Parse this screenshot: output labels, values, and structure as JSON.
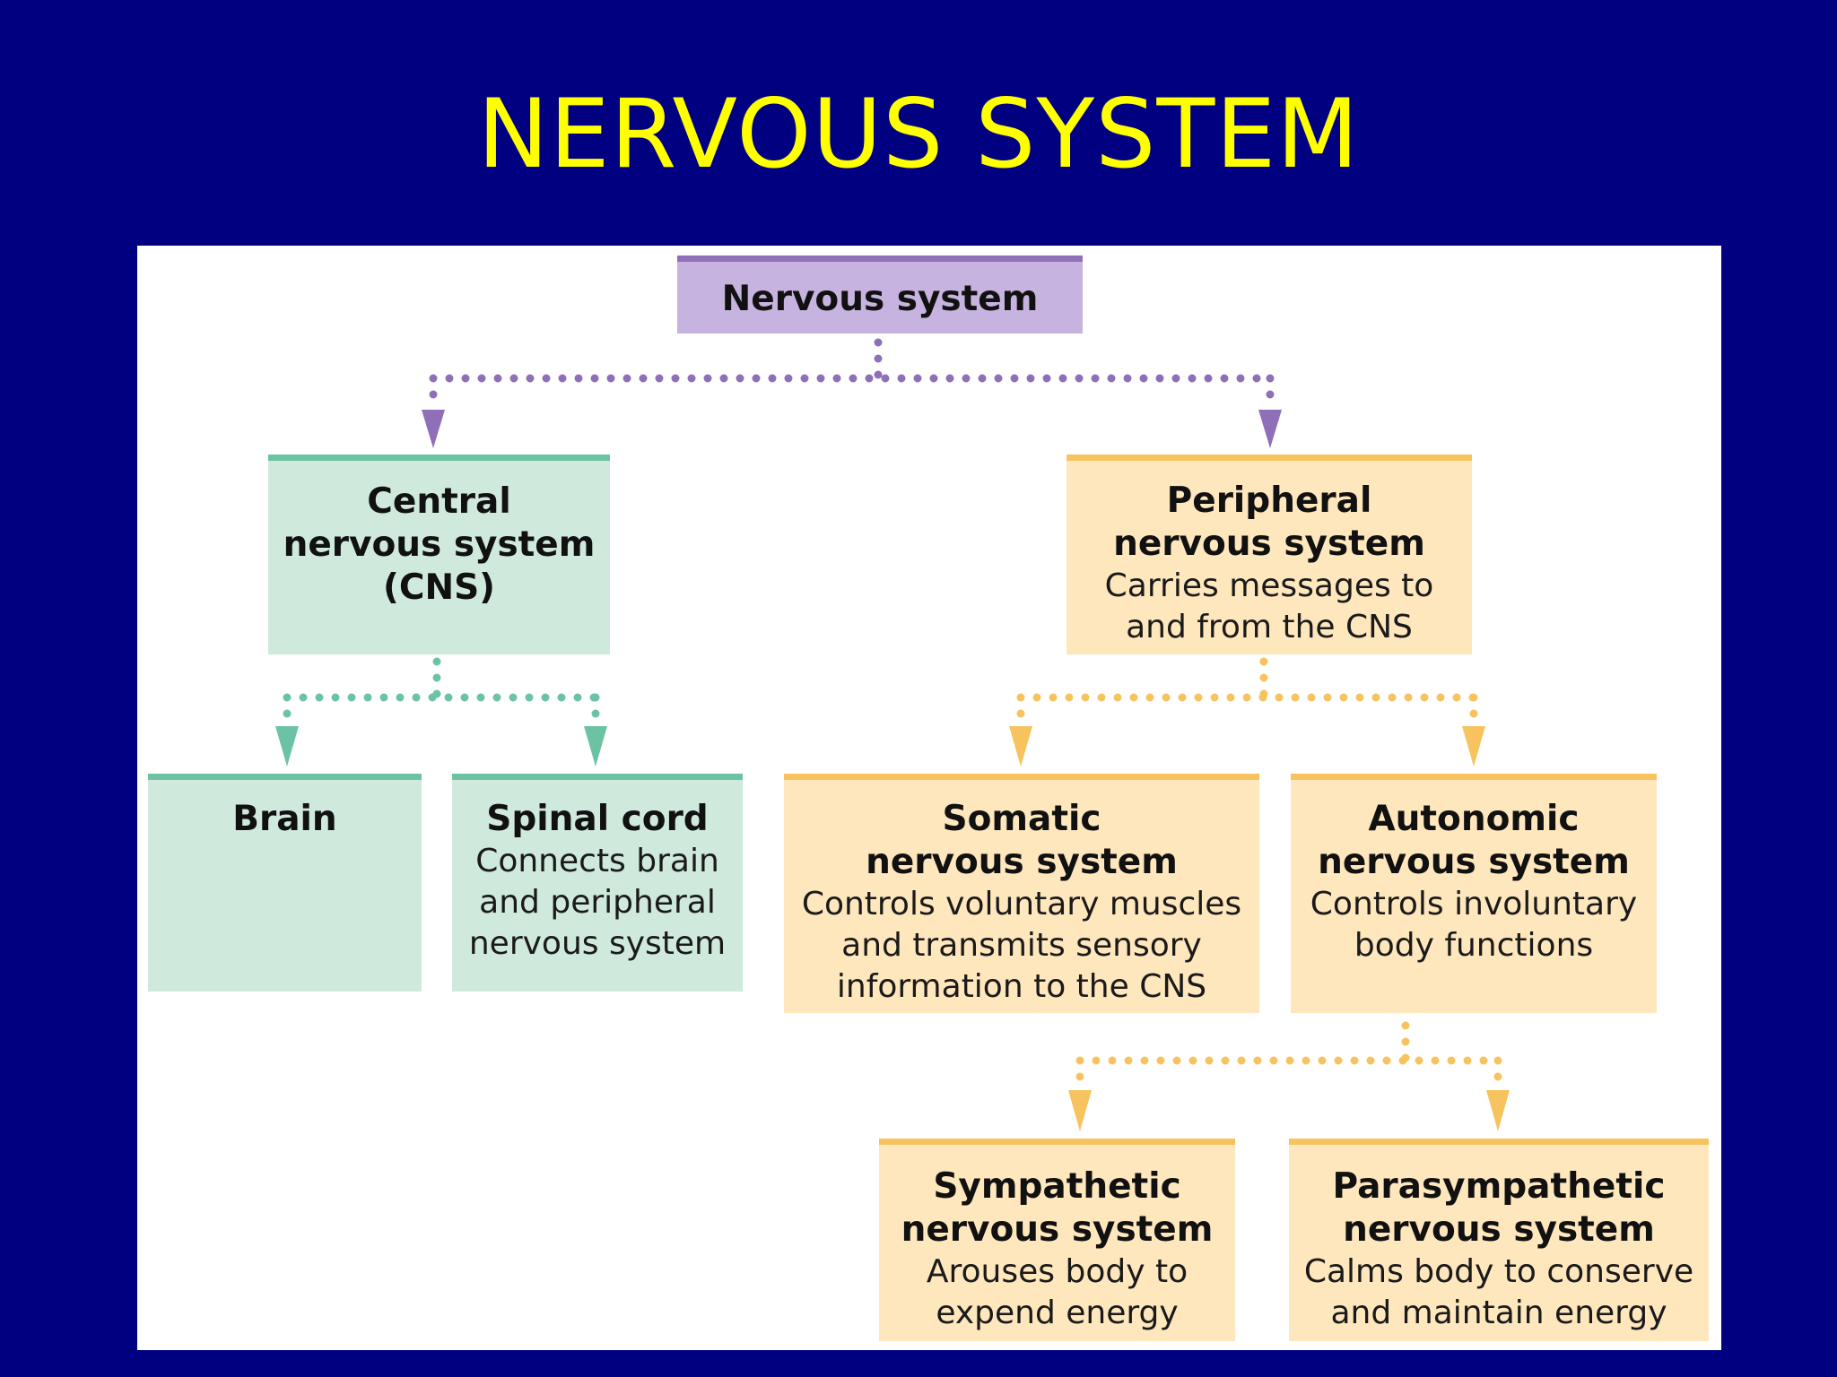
{
  "slide": {
    "title": "NERVOUS SYSTEM"
  },
  "colors": {
    "background": "#000080",
    "title": "#ffff00",
    "purple_fill": "#c6b3e0",
    "purple_accent": "#8e6fb8",
    "green_fill": "#cfeadd",
    "green_accent": "#6cc3a3",
    "orange_fill": "#ffe7bd",
    "orange_accent": "#f7c35f"
  },
  "nodes": {
    "nervous_system": {
      "head": "Nervous system"
    },
    "cns": {
      "head": "Central\nnervous system\n(CNS)"
    },
    "pns": {
      "head": "Peripheral\nnervous system",
      "desc": "Carries messages to\nand from the CNS"
    },
    "brain": {
      "head": "Brain"
    },
    "spinal_cord": {
      "head": "Spinal cord",
      "desc": "Connects brain\nand peripheral\nnervous system"
    },
    "somatic": {
      "head": "Somatic\nnervous system",
      "desc": "Controls voluntary muscles\nand transmits sensory\ninformation to the CNS"
    },
    "autonomic": {
      "head": "Autonomic\nnervous system",
      "desc": "Controls involuntary\nbody functions"
    },
    "sympathetic": {
      "head": "Sympathetic\nnervous system",
      "desc": "Arouses body to\nexpend energy"
    },
    "parasympathetic": {
      "head": "Parasympathetic\nnervous system",
      "desc": "Calms body to conserve\nand maintain energy"
    }
  }
}
